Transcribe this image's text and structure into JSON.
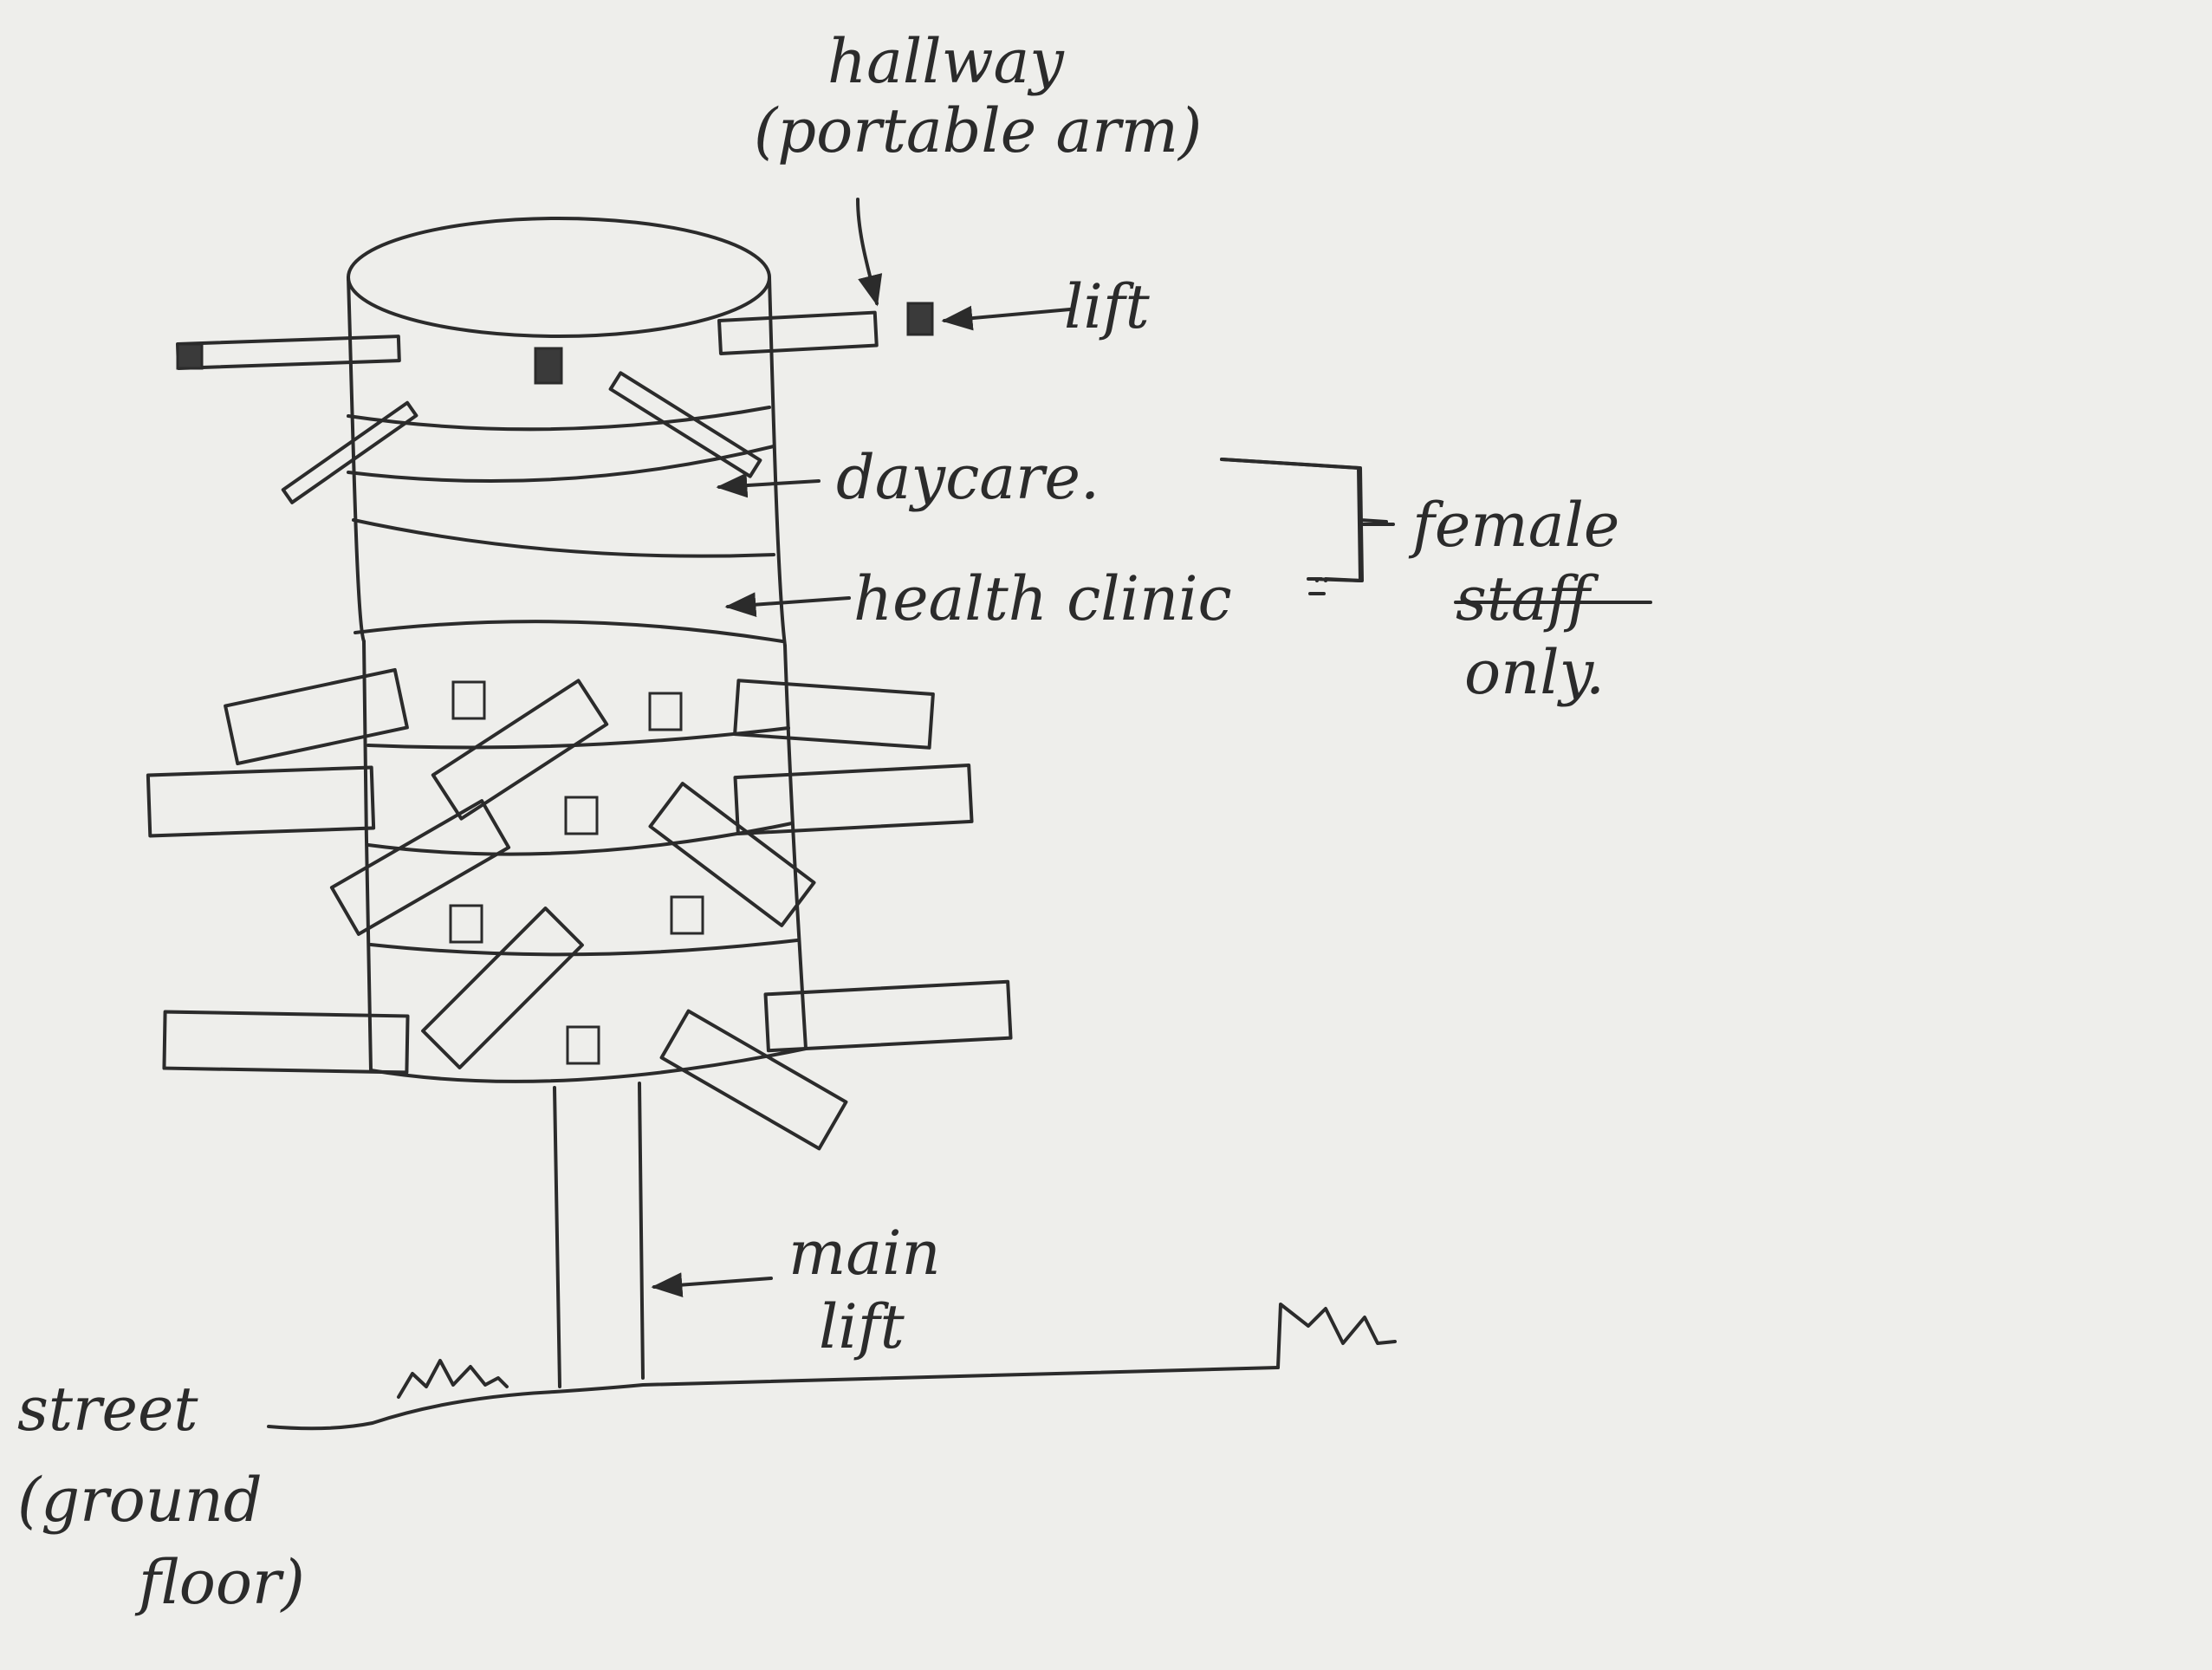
{
  "labels": {
    "hallway": "hallway",
    "portable_arm": "(portable arm)",
    "lift": "lift",
    "daycare": "daycare.",
    "health_clinic": "health clinic",
    "female": "female",
    "staff": "staff",
    "only": "only.",
    "main": "main",
    "main_lift": "lift",
    "street": "street",
    "ground": "(ground",
    "floor": "floor)"
  }
}
